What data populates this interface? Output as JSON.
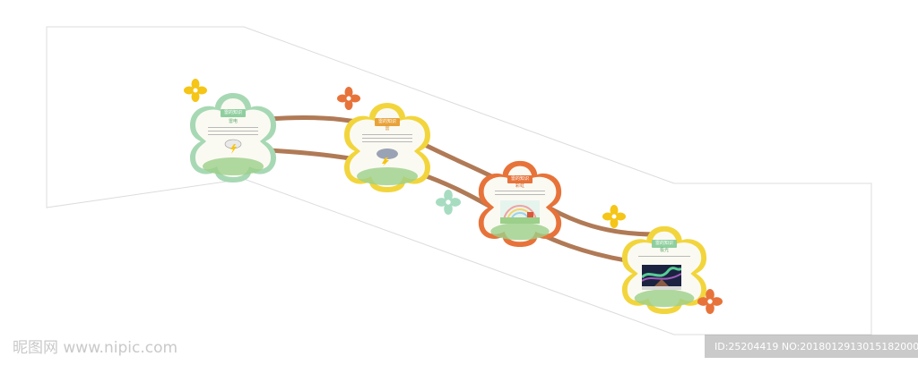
{
  "panels": [
    {
      "tag": "雷的知识",
      "title": "雷电",
      "accent": "#a7d8b4",
      "tag_color": "#8fcf9f",
      "title_color": "#5aa86c",
      "icon": "lightning-cloud-icon"
    },
    {
      "tag": "雷的知识",
      "title": "雷",
      "accent": "#f2d53c",
      "tag_color": "#e8a23a",
      "title_color": "#d18a27",
      "icon": "storm-cloud-icon"
    },
    {
      "tag": "雷的知识",
      "title": "彩虹",
      "accent": "#e7733a",
      "tag_color": "#e7733a",
      "title_color": "#d1652f",
      "icon": "rainbow-landscape-icon"
    },
    {
      "tag": "雷的知识",
      "title": "极光",
      "accent": "#f2d53c",
      "tag_color": "#8fcf9f",
      "title_color": "#5aa86c",
      "icon": "aurora-night-icon"
    }
  ],
  "flowers": [
    {
      "name": "flower-icon",
      "color": "#f5c517"
    },
    {
      "name": "flower-icon",
      "color": "#e7733a"
    },
    {
      "name": "flower-icon",
      "color": "#a7dcc0"
    },
    {
      "name": "flower-icon",
      "color": "#f5c517"
    },
    {
      "name": "flower-icon",
      "color": "#e7733a"
    }
  ],
  "colors": {
    "track": "#b07a56",
    "outline": "#dcdcdc"
  },
  "watermark": {
    "text": "昵图网 www.nipic.com",
    "id_text": "ID:25204419 NO:20180129130151820000"
  }
}
